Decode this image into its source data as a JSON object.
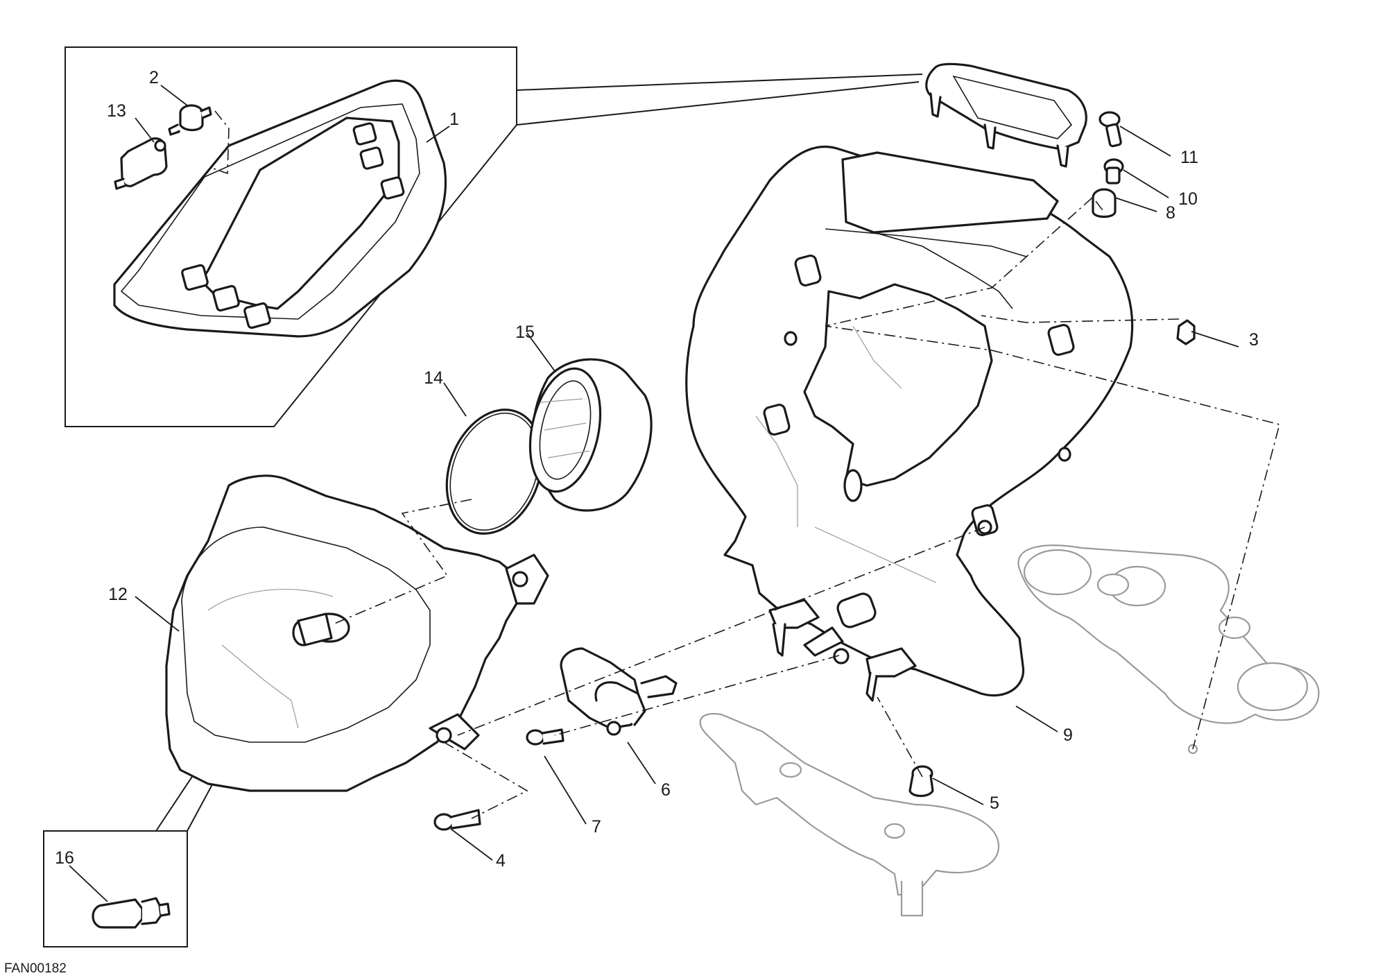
{
  "diagram": {
    "code": "FAN00182",
    "callouts": [
      "1",
      "2",
      "3",
      "4",
      "5",
      "6",
      "7",
      "8",
      "9",
      "10",
      "11",
      "12",
      "13",
      "14",
      "15",
      "16"
    ]
  }
}
